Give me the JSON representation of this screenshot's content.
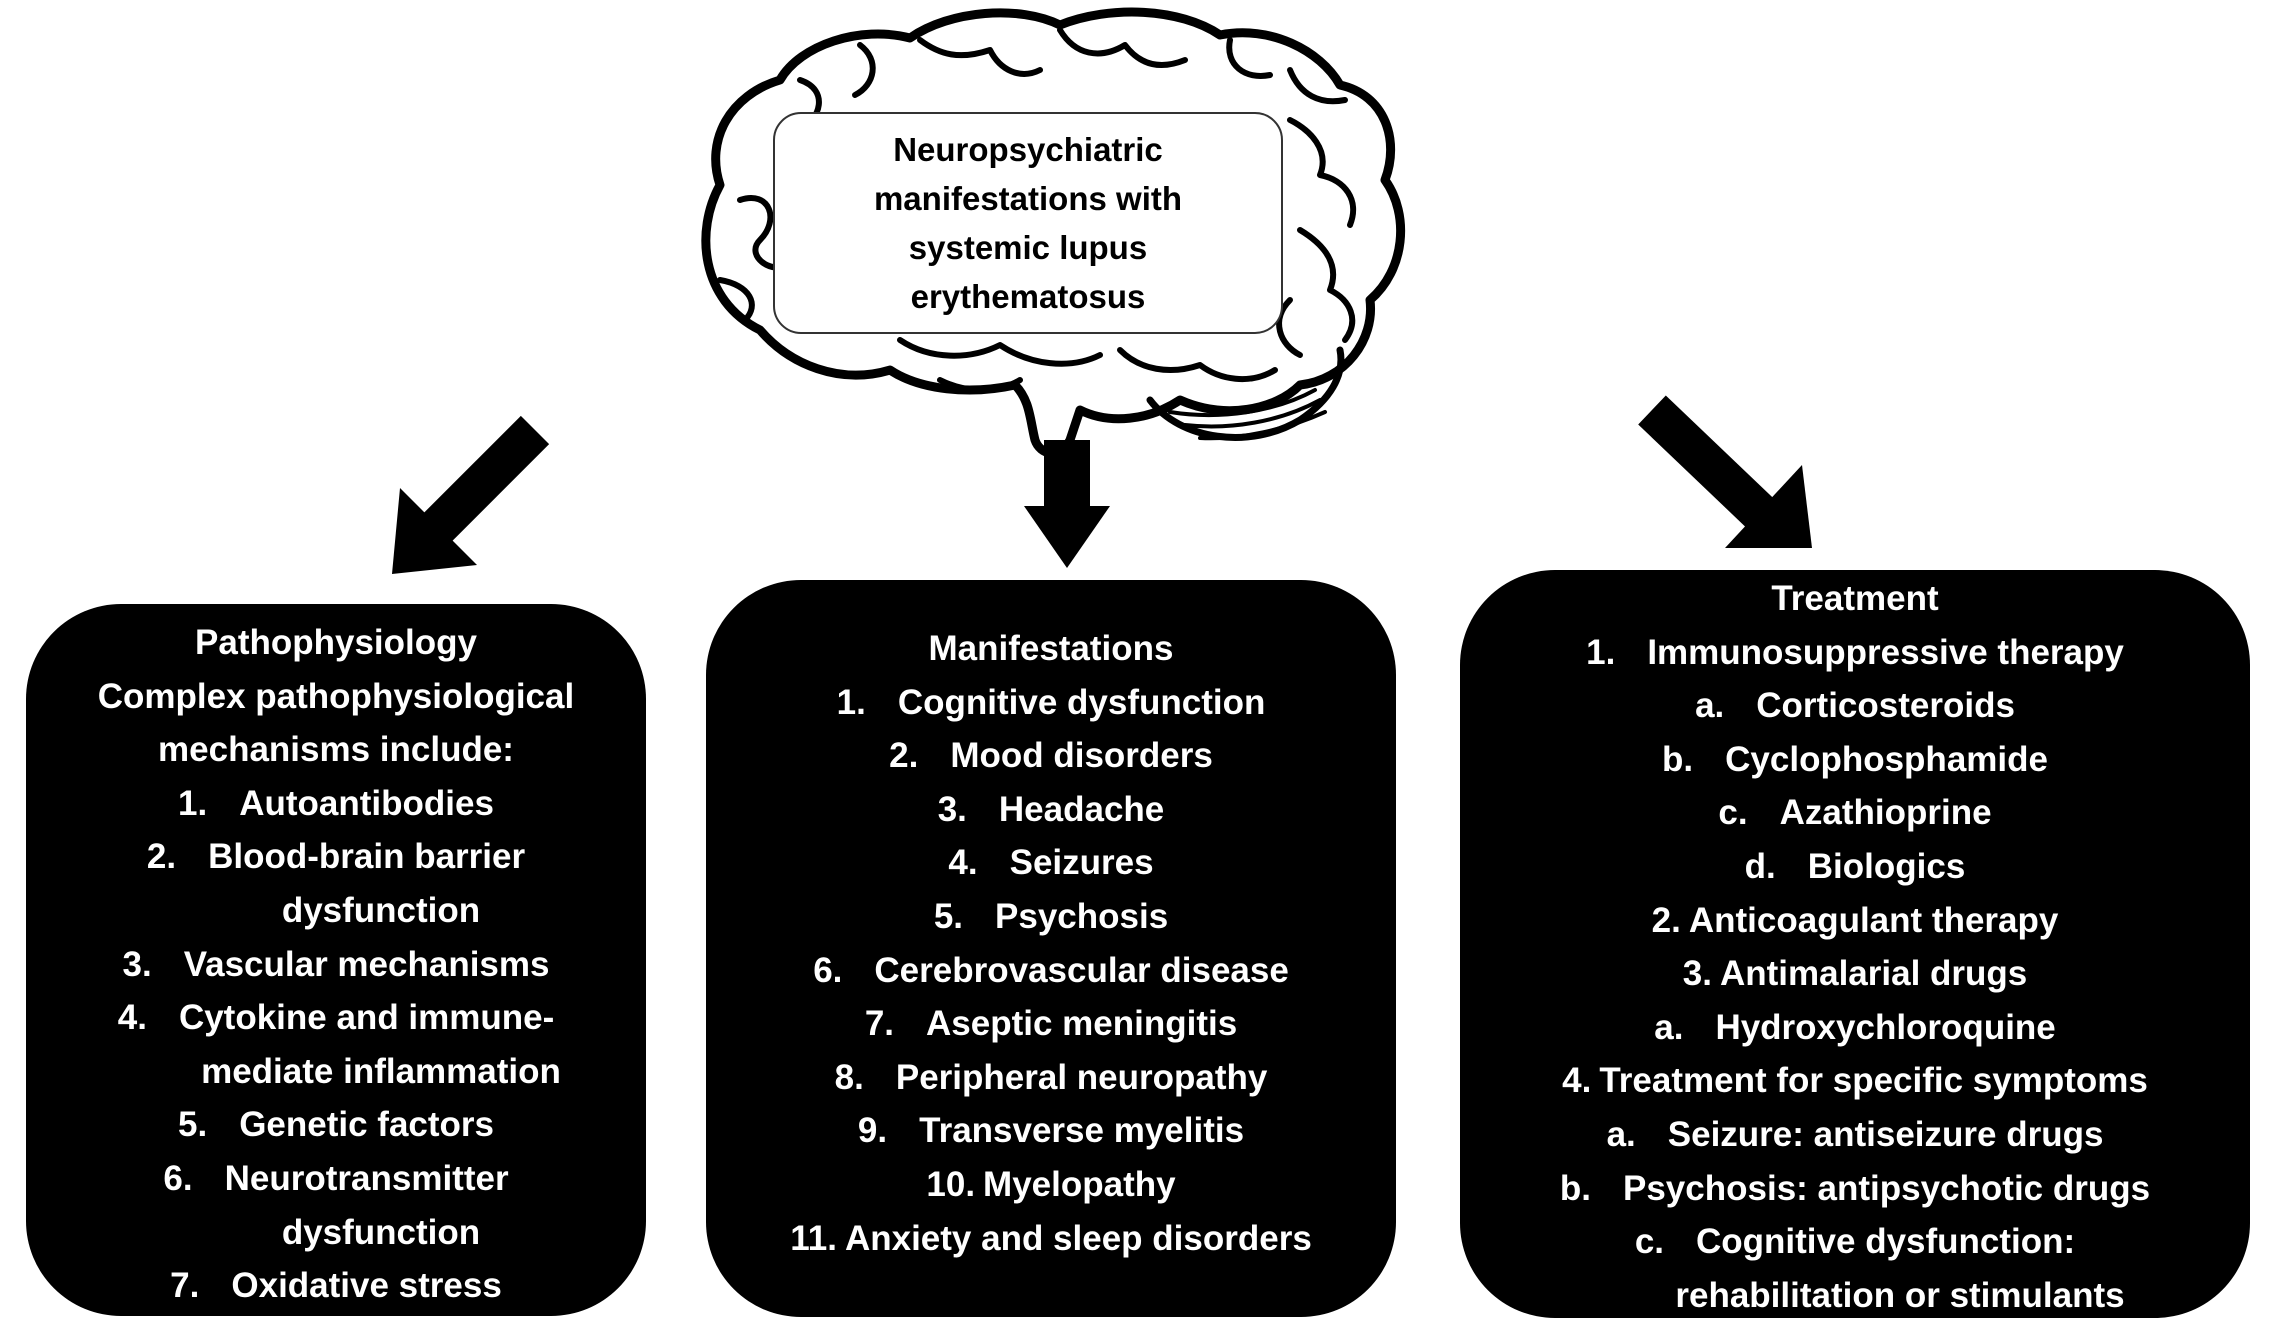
{
  "title": "Neuropsychiatric manifestations with systemic lupus erythematosus",
  "title_lines": [
    "Neuropsychiatric",
    "manifestations with",
    "systemic lupus",
    "erythematosus"
  ],
  "pathophysiology": {
    "heading": "Pathophysiology",
    "intro_lines": [
      "Complex pathophysiological",
      "mechanisms include:"
    ],
    "items": [
      {
        "num": "1.",
        "text": "Autoantibodies"
      },
      {
        "num": "2.",
        "text": "Blood-brain barrier",
        "cont": "dysfunction"
      },
      {
        "num": "3.",
        "text": "Vascular mechanisms"
      },
      {
        "num": "4.",
        "text": "Cytokine and immune-",
        "cont": "mediate inflammation"
      },
      {
        "num": "5.",
        "text": "Genetic factors"
      },
      {
        "num": "6.",
        "text": "Neurotransmitter",
        "cont": "dysfunction"
      },
      {
        "num": "7.",
        "text": "Oxidative stress"
      }
    ]
  },
  "manifestations": {
    "heading": "Manifestations",
    "items": [
      {
        "num": "1.",
        "text": "Cognitive dysfunction"
      },
      {
        "num": "2.",
        "text": "Mood disorders"
      },
      {
        "num": "3.",
        "text": "Headache"
      },
      {
        "num": "4.",
        "text": "Seizures"
      },
      {
        "num": "5.",
        "text": "Psychosis"
      },
      {
        "num": "6.",
        "text": "Cerebrovascular disease"
      },
      {
        "num": "7.",
        "text": "Aseptic meningitis"
      },
      {
        "num": "8.",
        "text": "Peripheral neuropathy"
      },
      {
        "num": "9.",
        "text": "Transverse myelitis"
      },
      {
        "num": "10.",
        "text": "Myelopathy"
      },
      {
        "num": "11.",
        "text": "Anxiety and sleep disorders"
      }
    ]
  },
  "treatment": {
    "heading": "Treatment",
    "items": [
      {
        "num": "1.",
        "text": "Immunosuppressive therapy"
      },
      {
        "num": "a.",
        "text": "Corticosteroids"
      },
      {
        "num": "b.",
        "text": "Cyclophosphamide"
      },
      {
        "num": "c.",
        "text": "Azathioprine"
      },
      {
        "num": "d.",
        "text": "Biologics"
      },
      {
        "num": "2.",
        "text": "Anticoagulant therapy"
      },
      {
        "num": "3.",
        "text": "Antimalarial drugs"
      },
      {
        "num": "a.",
        "text": "Hydroxychloroquine"
      },
      {
        "num": "4.",
        "text": "Treatment for specific symptoms"
      },
      {
        "num": "a.",
        "text": "Seizure: antiseizure drugs"
      },
      {
        "num": "b.",
        "text": "Psychosis: antipsychotic drugs"
      },
      {
        "num": "c.",
        "text": "Cognitive dysfunction:",
        "cont": "rehabilitation or stimulants"
      }
    ]
  }
}
